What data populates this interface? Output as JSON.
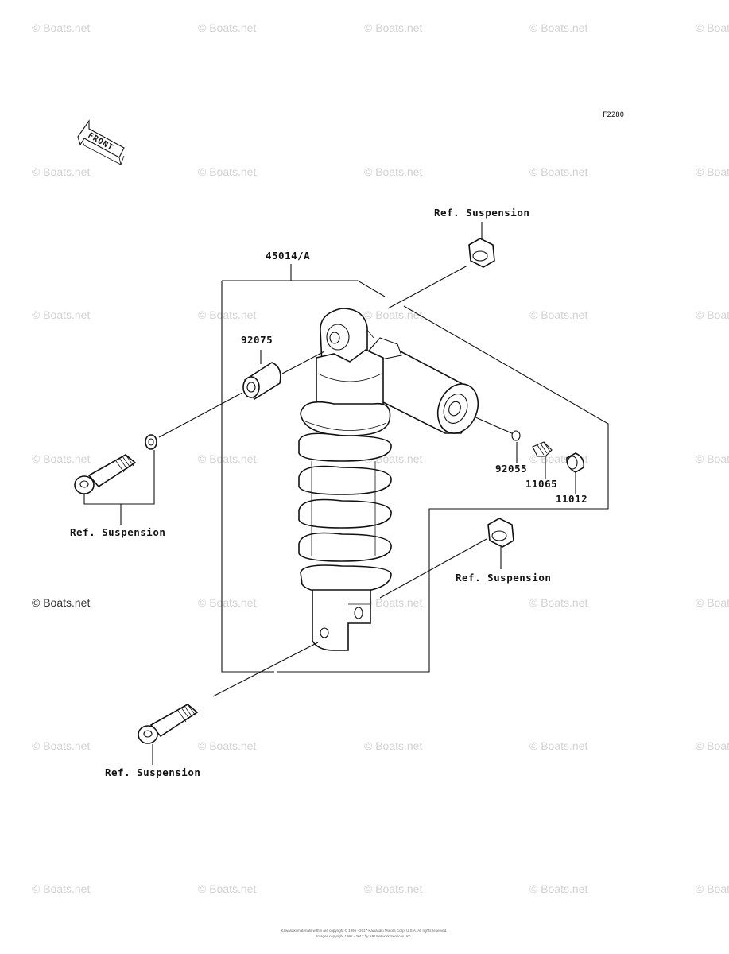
{
  "drawing_code": "F2280",
  "watermark": "© Boats.net",
  "front_label": "FRONT",
  "assembly_part": "45014/A",
  "parts": {
    "bushing": "92075",
    "oring": "92055",
    "valve": "11065",
    "cap": "11012"
  },
  "ref_label": "Ref. Suspension",
  "footer": {
    "line1": "Kawasaki materials within are copyright © 1995 - 2017 Kawasaki Motors Corp. U.S.A. All rights reserved.",
    "line2": "Images copyright 1995 - 2017 by ARI Network Services, Inc."
  }
}
